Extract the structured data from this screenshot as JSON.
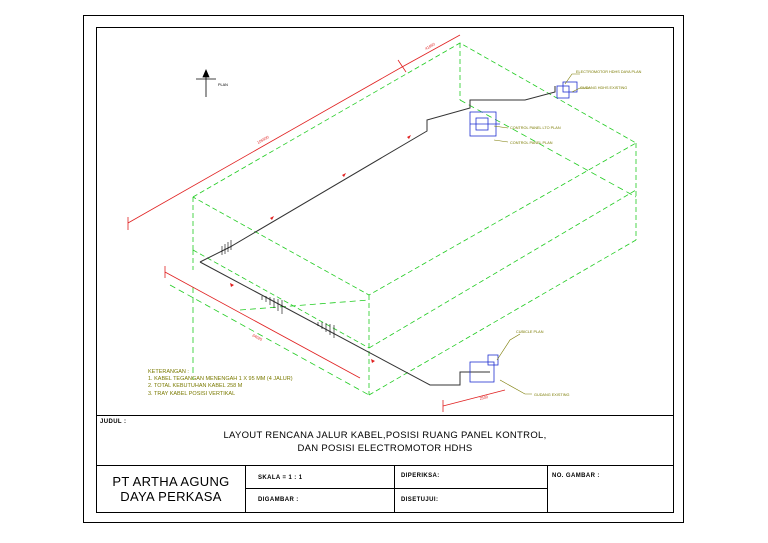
{
  "drawing": {
    "dimensions": [
      "41850",
      "105500",
      "24025",
      "2500"
    ],
    "callouts": [
      "ELECTROMOTOR HDHS DAYA PLAN",
      "GUDANG HDHS EXISTING",
      "CONTROL PANEL LTO PLAN",
      "CONTROL PANEL PLAN",
      "CUBICLE PLAN",
      "GUDANG EXISTING"
    ],
    "north_label": "PLAN",
    "legend": {
      "heading": "KETERANGAN :",
      "items": [
        "1. KABEL TEGANGAN MENENGAH 1 X 95 MM (4 JALUR)",
        "2. TOTAL KEBUTUHAN KABEL 258 M",
        "3. TRAY KABEL POSISI VERTIKAL"
      ]
    }
  },
  "title_block": {
    "judul_label": "JUDUL :",
    "title_line1": "LAYOUT RENCANA JALUR KABEL,POSISI RUANG PANEL KONTROL,",
    "title_line2": "DAN POSISI ELECTROMOTOR HDHS",
    "company_line1": "PT ARTHA AGUNG",
    "company_line2": "DAYA PERKASA",
    "skala": "SKALA = 1 : 1",
    "digambar": "DIGAMBAR :",
    "diperiksa": "DIPERIKSA:",
    "disetujui": "DISETUJUI:",
    "no_gambar": "NO. GAMBAR :"
  },
  "colors": {
    "building": "#22cc22",
    "dimension": "#e02020",
    "cable": "#333333",
    "equipment": "#2030d0",
    "notes": "#7a7a00"
  }
}
